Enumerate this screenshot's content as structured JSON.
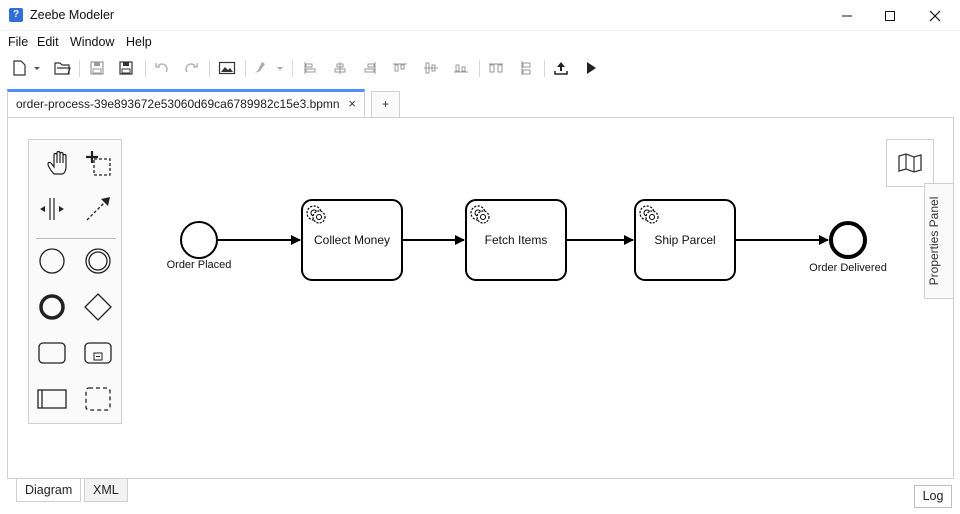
{
  "window": {
    "title": "Zeebe Modeler",
    "icon": "zeebe-logo-icon",
    "controls": [
      "minimize-icon",
      "maximize-icon",
      "close-icon"
    ]
  },
  "menu": {
    "items": [
      "File",
      "Edit",
      "Window",
      "Help"
    ]
  },
  "toolbar": {
    "icons": [
      "new-file-icon",
      "open-folder-icon",
      "save-icon",
      "save-as-icon",
      "undo-icon",
      "redo-icon",
      "export-image-icon",
      "color-brush-icon",
      "align-left-icon",
      "align-center-icon",
      "align-right-icon",
      "align-top-icon",
      "align-middle-icon",
      "align-bottom-icon",
      "distribute-horizontal-icon",
      "distribute-vertical-icon",
      "deploy-icon",
      "start-instance-icon"
    ]
  },
  "tabs": {
    "active_file": "order-process-39e893672e53060d69ca6789982c15e3.bpmn",
    "close_glyph": "×",
    "add_glyph": "+"
  },
  "diagram": {
    "start_event_label": "Order Placed",
    "tasks": [
      "Collect Money",
      "Fetch Items",
      "Ship Parcel"
    ],
    "end_event_label": "Order Delivered"
  },
  "side": {
    "properties_panel_label": "Properties Panel",
    "minimap_icon": "map-icon"
  },
  "bottom": {
    "diagram_tab": "Diagram",
    "xml_tab": "XML",
    "log_button": "Log"
  },
  "colors": {
    "accent": "#4d90fe",
    "stroke": "#000000"
  }
}
